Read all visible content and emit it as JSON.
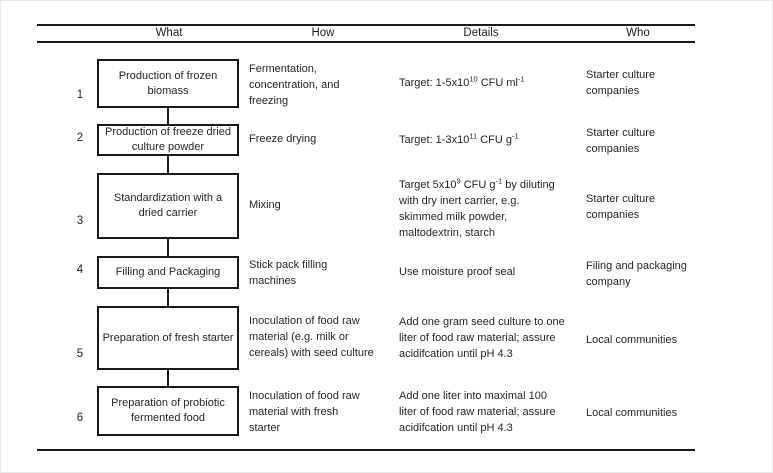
{
  "colors": {
    "background": "#ffffff",
    "line": "#1a1a1a",
    "text": "#262626"
  },
  "header": {
    "columns": [
      {
        "label": "What"
      },
      {
        "label": "How"
      },
      {
        "label": "Details"
      },
      {
        "label": "Who"
      }
    ]
  },
  "rows": [
    {
      "number": "1",
      "what": "Production of frozen\nbiomass",
      "how": "Fermentation,\nconcentration, and\nfreezing",
      "details": {
        "seg0": "Target: 1-5x10",
        "sup0": "10",
        "seg1": " CFU ml",
        "sup1": "-1"
      },
      "who": "Starter culture\ncompanies"
    },
    {
      "number": "2",
      "what": "Production of freeze dried\nculture powder",
      "how": "Freeze drying",
      "details": {
        "seg0": "Target: 1-3x10",
        "sup0": "11",
        "seg1": " CFU g",
        "sup1": "-1"
      },
      "who": "Starter culture\ncompanies"
    },
    {
      "number": "3",
      "what": "Standardization with a\ndried carrier",
      "how": "Mixing",
      "details": {
        "seg0": "Target 5x10",
        "sup0": "9",
        "seg1": " CFU g",
        "sup1": "-1",
        "seg2": " by diluting\nwith dry inert carrier, e.g.\nskimmed milk powder,\nmaltodextrin, starch"
      },
      "who": "Starter culture\ncompanies"
    },
    {
      "number": "4",
      "what": "Filling and Packaging",
      "how": "Stick pack filling\nmachines",
      "details": {
        "seg0": "Use moisture proof seal"
      },
      "who": "Filing and packaging\ncompany"
    },
    {
      "number": "5",
      "what": "Preparation of fresh starter",
      "how": "Inoculation of food raw\nmaterial (e.g. milk or\ncereals) with seed culture",
      "details": {
        "seg0": "Add one gram seed culture to one\nliter of food raw material;  assure\nacidifcation until pH 4.3"
      },
      "who": "Local communities"
    },
    {
      "number": "6",
      "what": "Preparation of probiotic\nfermented food",
      "how": "Inoculation of food raw\nmaterial with fresh\nstarter",
      "details": {
        "seg0": "Add one liter into maximal 100\nliter of food raw material; assure\nacidifcation until pH 4.3"
      },
      "who": "Local communities"
    }
  ]
}
